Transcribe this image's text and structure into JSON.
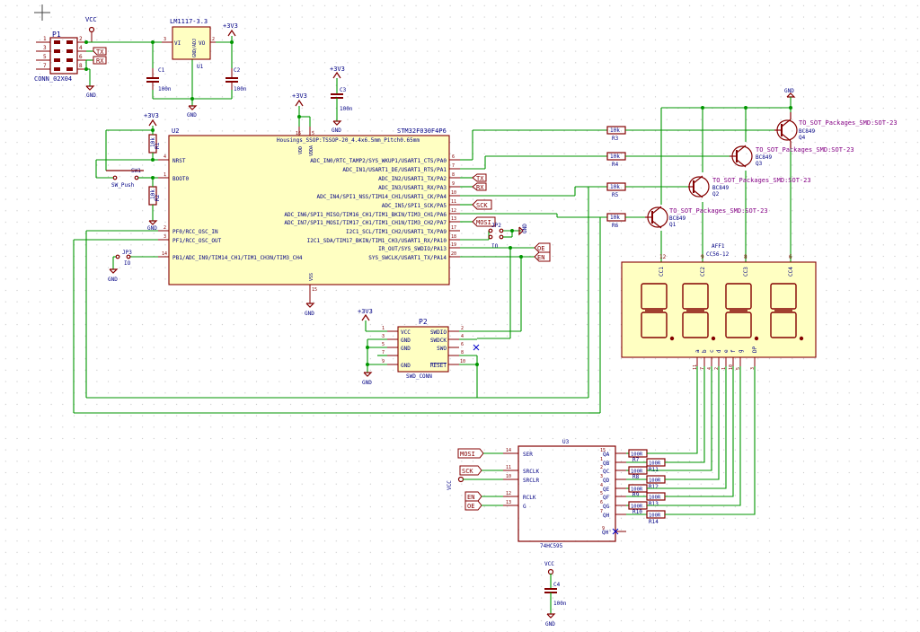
{
  "colors": {
    "wire": "#009600",
    "component": "#840000",
    "body": "#ffffc2",
    "text": "#000084",
    "footprint": "#840084"
  },
  "p1": {
    "ref": "P1",
    "value": "CONN_02X04",
    "pins_left": [
      "1",
      "3",
      "5",
      "7"
    ],
    "pins_right": [
      "2",
      "4",
      "6",
      "8"
    ]
  },
  "power": {
    "vcc": "VCC",
    "v33": "+3V3",
    "gnd": "GND"
  },
  "reg": {
    "ref": "U1",
    "value": "LM1117-3.3",
    "vi": "VI",
    "vo": "VO",
    "gnd_pin": "GND/ADJ",
    "p3": "3",
    "p2": "2",
    "p1": "1"
  },
  "caps": {
    "c1": "C1",
    "c1v": "100n",
    "c2": "C2",
    "c2v": "100n",
    "c3": "C3",
    "c3v": "100n",
    "c4": "C4",
    "c4v": "100n"
  },
  "mcu": {
    "ref": "U2",
    "value": "STM32F030F4P6",
    "footprint": "Housings_SSOP:TSSOP-20_4.4x6.5mm_Pitch0.65mm",
    "left_pins": [
      {
        "num": "4",
        "name": "NRST"
      },
      {
        "num": "1",
        "name": "BOOT0"
      },
      {
        "num": "2",
        "name": "PF0/RCC_OSC_IN"
      },
      {
        "num": "3",
        "name": "PF1/RCC_OSC_OUT"
      },
      {
        "num": "14",
        "name": "PB1/ADC_IN9/TIM14_CH1/TIM1_CH3N/TIM3_CH4"
      }
    ],
    "right_pins": [
      {
        "num": "6",
        "name": "ADC_IN0/RTC_TAMP2/SYS_WKUP1/USART1_CTS/PA0"
      },
      {
        "num": "7",
        "name": "ADC_IN1/USART1_DE/USART1_RTS/PA1"
      },
      {
        "num": "8",
        "name": "ADC_IN2/USART1_TX/PA2"
      },
      {
        "num": "9",
        "name": "ADC_IN3/USART1_RX/PA3"
      },
      {
        "num": "10",
        "name": "ADC_IN4/SPI1_NSS/TIM14_CH1/USART1_CK/PA4"
      },
      {
        "num": "11",
        "name": "ADC_IN5/SPI1_SCK/PA5"
      },
      {
        "num": "12",
        "name": "ADC_IN6/SPI1_MISO/TIM16_CH1/TIM1_BKIN/TIM3_CH1/PA6"
      },
      {
        "num": "13",
        "name": "ADC_IN7/SPI1_MOSI/TIM17_CH1/TIM1_CH1N/TIM3_CH2/PA7"
      },
      {
        "num": "17",
        "name": "I2C1_SCL/TIM1_CH2/USART1_TX/PA9"
      },
      {
        "num": "18",
        "name": "I2C1_SDA/TIM17_BKIN/TIM1_CH3/USART1_RX/PA10"
      },
      {
        "num": "19",
        "name": "IR_OUT/SYS_SWDIO/PA13"
      },
      {
        "num": "20",
        "name": "SYS_SWCLK/USART1_TX/PA14"
      }
    ],
    "vdd": "VDD",
    "vdda": "VDDA",
    "vss": "VSS",
    "vdd_num": "16",
    "vdda_num": "5",
    "vss_num": "15"
  },
  "resistors": {
    "r1": "R1",
    "r1v": "10k",
    "r2": "R2",
    "r2v": "10k",
    "r3": "R3",
    "r4": "R4",
    "r5": "R5",
    "r6": "R6",
    "rv": "10k",
    "r100": "100R",
    "small_refs": [
      "R7",
      "R11",
      "R8",
      "R12",
      "R9",
      "R13",
      "R10",
      "R14"
    ]
  },
  "sw1": {
    "ref": "SW1",
    "value": "SW_Push"
  },
  "jp": {
    "jp3": "JP3",
    "jp2": "JP2",
    "io": "IO"
  },
  "netlabels": {
    "tx": "TX",
    "rx": "RX",
    "sck": "SCK",
    "mosi": "MOSI",
    "oe": "OE",
    "en": "EN"
  },
  "swd": {
    "ref": "P2",
    "value": "SWD_CONN",
    "vcc": "VCC",
    "swdio": "SWDIO",
    "gnd": "GND",
    "swdck": "SWDCK",
    "swo": "SWO",
    "reset": "RESET",
    "left": [
      "1",
      "3",
      "5",
      "7",
      "9"
    ],
    "right": [
      "2",
      "4",
      "6",
      "8",
      "10"
    ]
  },
  "q": {
    "bc": "BC849",
    "fp": "TO_SOT_Packages_SMD:SOT-23",
    "q1": "Q1",
    "q2": "Q2",
    "q3": "Q3",
    "q4": "Q4"
  },
  "disp": {
    "ref": "AFF1",
    "value": "CC56-12",
    "cc": [
      "CC1",
      "CC2",
      "CC3",
      "CC4"
    ],
    "cc_pins": [
      "12",
      "9",
      "8",
      "6"
    ],
    "segs": [
      "a",
      "b",
      "c",
      "d",
      "e",
      "f",
      "g",
      "DP"
    ],
    "seg_pins": [
      "11",
      "7",
      "4",
      "2",
      "1",
      "10",
      "5",
      "3"
    ]
  },
  "u3": {
    "ref": "U3",
    "value": "74HC595",
    "ser": "SER",
    "srclk": "SRCLK",
    "srclr": "SRCLR",
    "rclk": "RCLK",
    "g": "G",
    "outs": [
      "QA",
      "QB",
      "QC",
      "QD",
      "QE",
      "QF",
      "QG",
      "QH"
    ],
    "out_pins": [
      "15",
      "1",
      "2",
      "3",
      "4",
      "5",
      "6",
      "7"
    ],
    "qh2": "QH'",
    "in_pins": [
      "14",
      "11",
      "10",
      "12",
      "13"
    ],
    "qh2_pin": "9"
  }
}
